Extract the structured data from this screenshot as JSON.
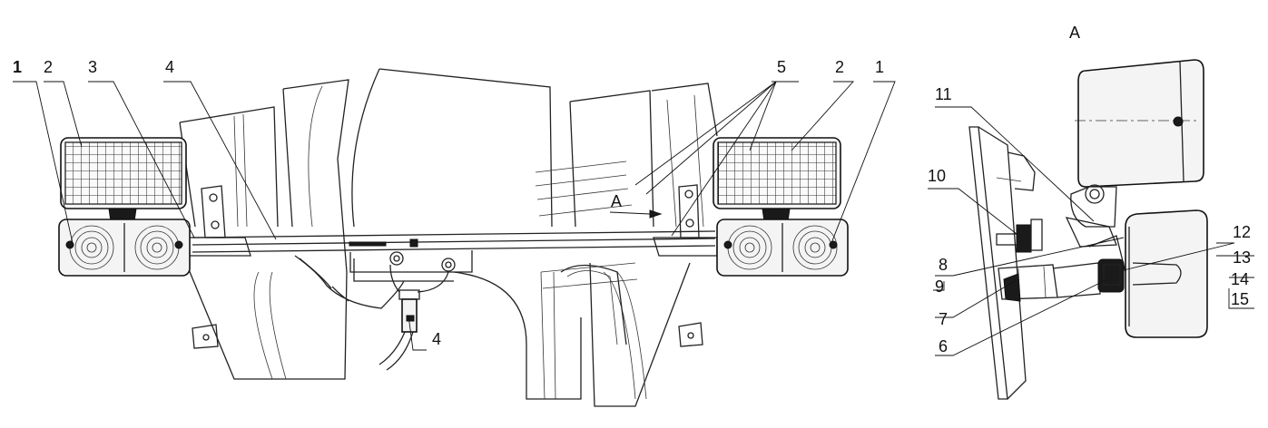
{
  "view_label": "A",
  "arrow_label": "A",
  "callouts": {
    "left_1": "1",
    "left_2": "2",
    "left_3": "3",
    "left_4": "4",
    "center_5": "5",
    "right_2": "2",
    "right_1": "1",
    "bottom_4": "4",
    "d11": "11",
    "d10": "10",
    "d8": "8",
    "d9": "9",
    "d7": "7",
    "d6": "6",
    "d12": "12",
    "d13": "13",
    "d14": "14",
    "d15": "15"
  }
}
